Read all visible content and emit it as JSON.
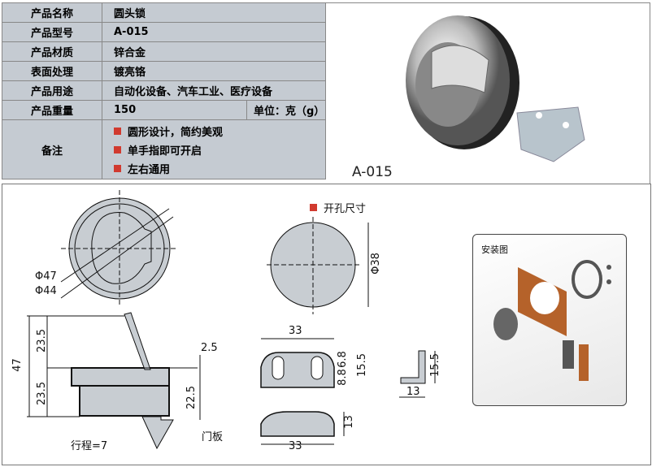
{
  "spec_table": {
    "rows": [
      {
        "label": "产品名称",
        "value": "圆头锁"
      },
      {
        "label": "产品型号",
        "value": "A-015"
      },
      {
        "label": "产品材质",
        "value": "锌合金"
      },
      {
        "label": "表面处理",
        "value": "镀亮铬"
      },
      {
        "label": "产品用途",
        "value": "自动化设备、汽车工业、医疗设备"
      }
    ],
    "weight": {
      "label": "产品重量",
      "value": "150",
      "unit": "单位：克（g）"
    },
    "notes": {
      "label": "备注",
      "items": [
        "圆形设计，简约美观",
        "单手指即可开启",
        "左右通用"
      ]
    }
  },
  "photo": {
    "caption": "A-015"
  },
  "drawing": {
    "dia_outer": "Φ47",
    "dia_inner": "Φ44",
    "height_total": "47",
    "height_top": "23.5",
    "height_bottom": "23.5",
    "flange": "2.5",
    "body": "22.5",
    "stroke": "行程=7",
    "door_panel": "门板",
    "cutout_title": "开孔尺寸",
    "cutout_dia": "Φ38",
    "plate_width": "33",
    "plate_h1": "6.8",
    "plate_h2": "8.8",
    "plate_h3": "15.5",
    "bracket_h": "15.5",
    "bracket_w": "13",
    "cover_w": "33",
    "cover_h": "13"
  },
  "install": {
    "title": "安装图"
  },
  "colors": {
    "table_bg": "#c5cbd2",
    "bullet": "#d13a2f"
  }
}
